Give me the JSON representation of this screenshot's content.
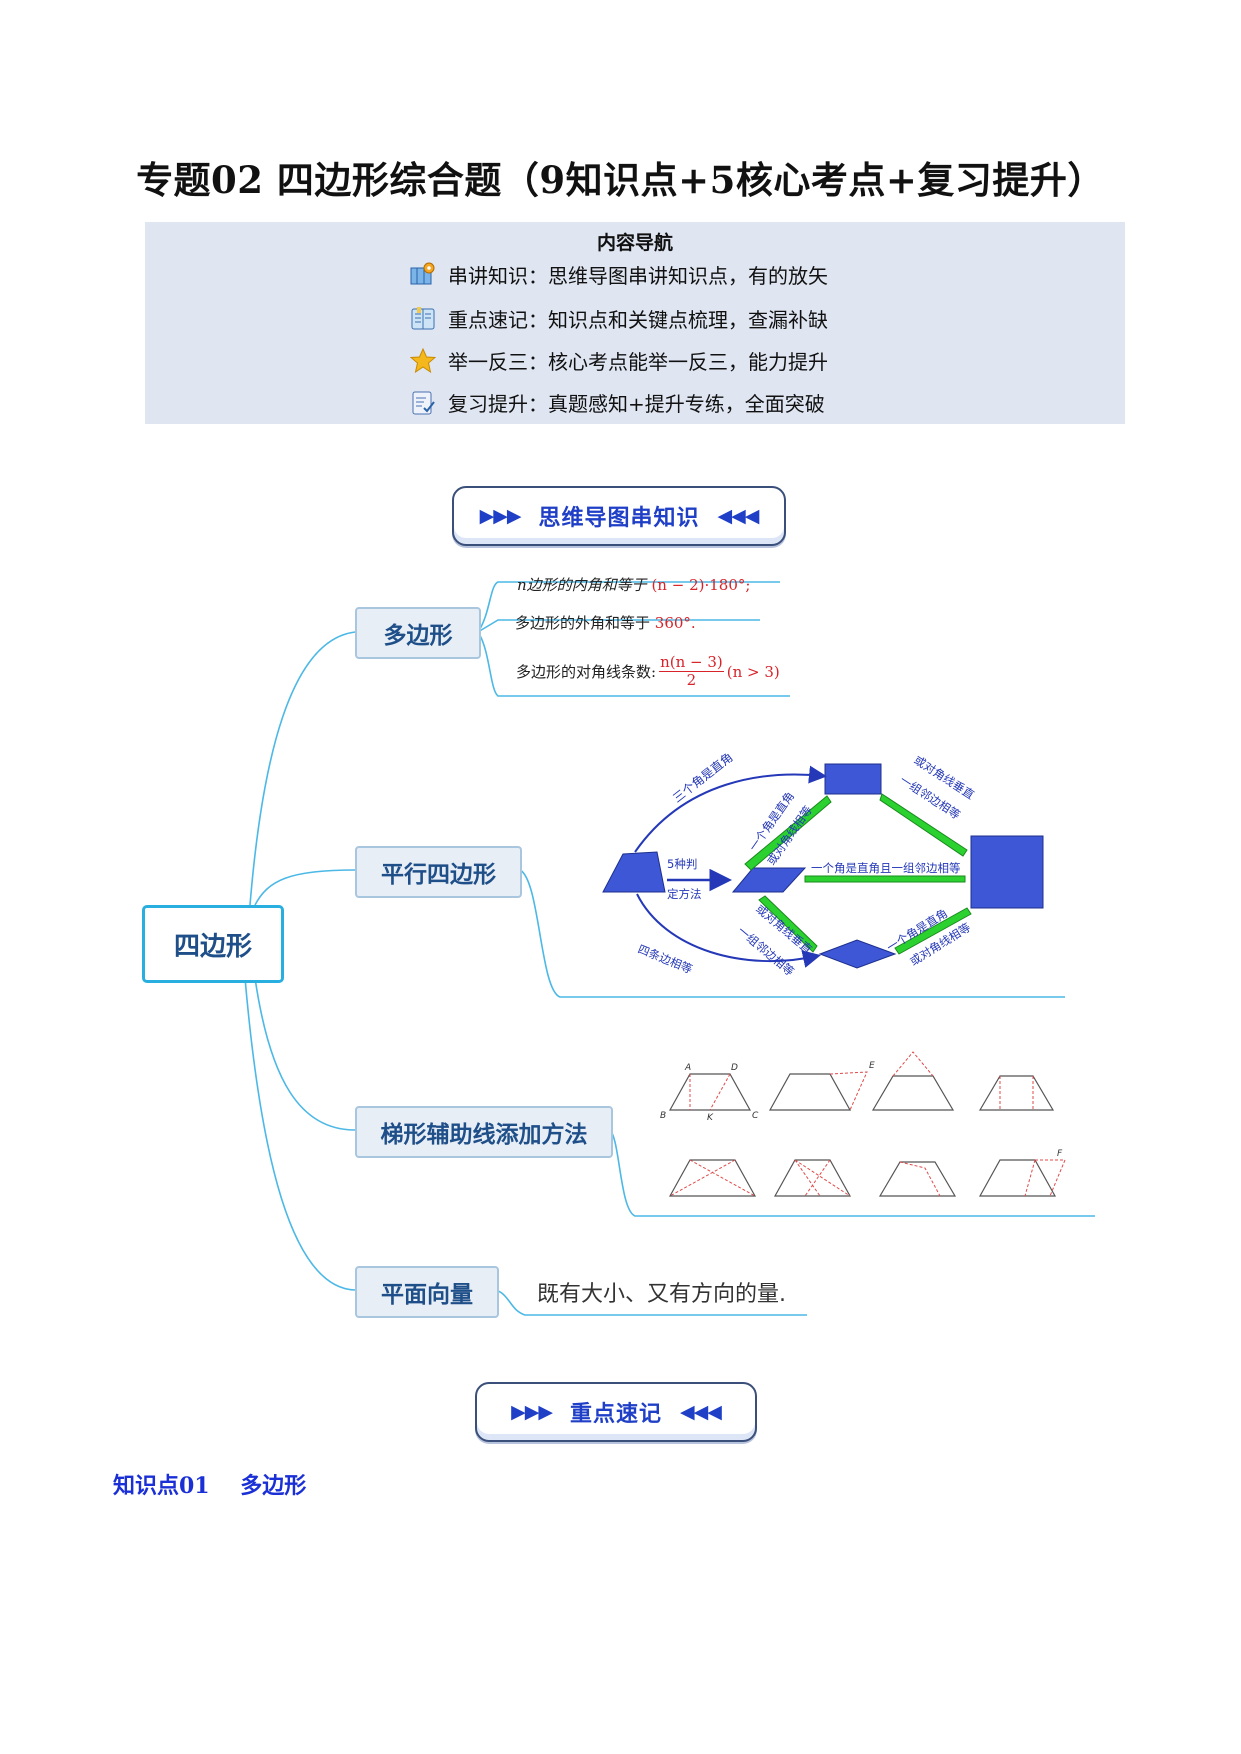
{
  "title": "专题02 四边形综合题（9知识点+5核心考点+复习提升）",
  "nav": {
    "heading": "内容导航",
    "items": [
      {
        "icon": "map-icon",
        "label": "串讲知识：思维导图串讲知识点，有的放矢"
      },
      {
        "icon": "book-icon",
        "label": "重点速记：知识点和关键点梳理，查漏补缺"
      },
      {
        "icon": "star-icon",
        "label": "举一反三：核心考点能举一反三，能力提升"
      },
      {
        "icon": "checklist-icon",
        "label": "复习提升：真题感知+提升专练，全面突破"
      }
    ]
  },
  "section_mindmap": "思维导图串知识",
  "section_keypoints": "重点速记",
  "mindmap": {
    "root": "四边形",
    "branches": [
      {
        "label": "多边形",
        "leaves": [
          {
            "prefix": "n边形的内角和等于",
            "formula": "(n − 2)·180°;"
          },
          {
            "prefix": "多边形的外角和等于",
            "formula": "360°."
          },
          {
            "prefix": "多边形的对角线条数:",
            "numerator": "n(n − 3)",
            "denominator": "2",
            "condition": "(n > 3)"
          }
        ]
      },
      {
        "label": "平行四边形",
        "diagram": {
          "center_label_1": "5种判",
          "center_label_2": "定方法",
          "arrows": [
            "三个角是直角",
            "一个角是直角",
            "或对角线相等",
            "或对角线垂直",
            "一组邻边相等",
            "一个角是直角且一组邻边相等",
            "或对角线垂直",
            "一组邻边相等",
            "四条边相等",
            "一个角是直角",
            "或对角线相等"
          ]
        }
      },
      {
        "label": "梯形辅助线添加方法",
        "figure_letters": [
          "A",
          "D",
          "B",
          "K",
          "C",
          "E",
          "F"
        ]
      },
      {
        "label": "平面向量",
        "leaves": [
          {
            "text": "既有大小、又有方向的量."
          }
        ]
      }
    ]
  },
  "knowledge_point": {
    "number": "知识点01",
    "name": "多边形"
  },
  "colors": {
    "accent_blue": "#1a2fd6",
    "branch_line": "#29aee0",
    "shape_fill": "#3d57d6",
    "arrow_green": "#22c02a",
    "formula_red": "#d8232a"
  }
}
